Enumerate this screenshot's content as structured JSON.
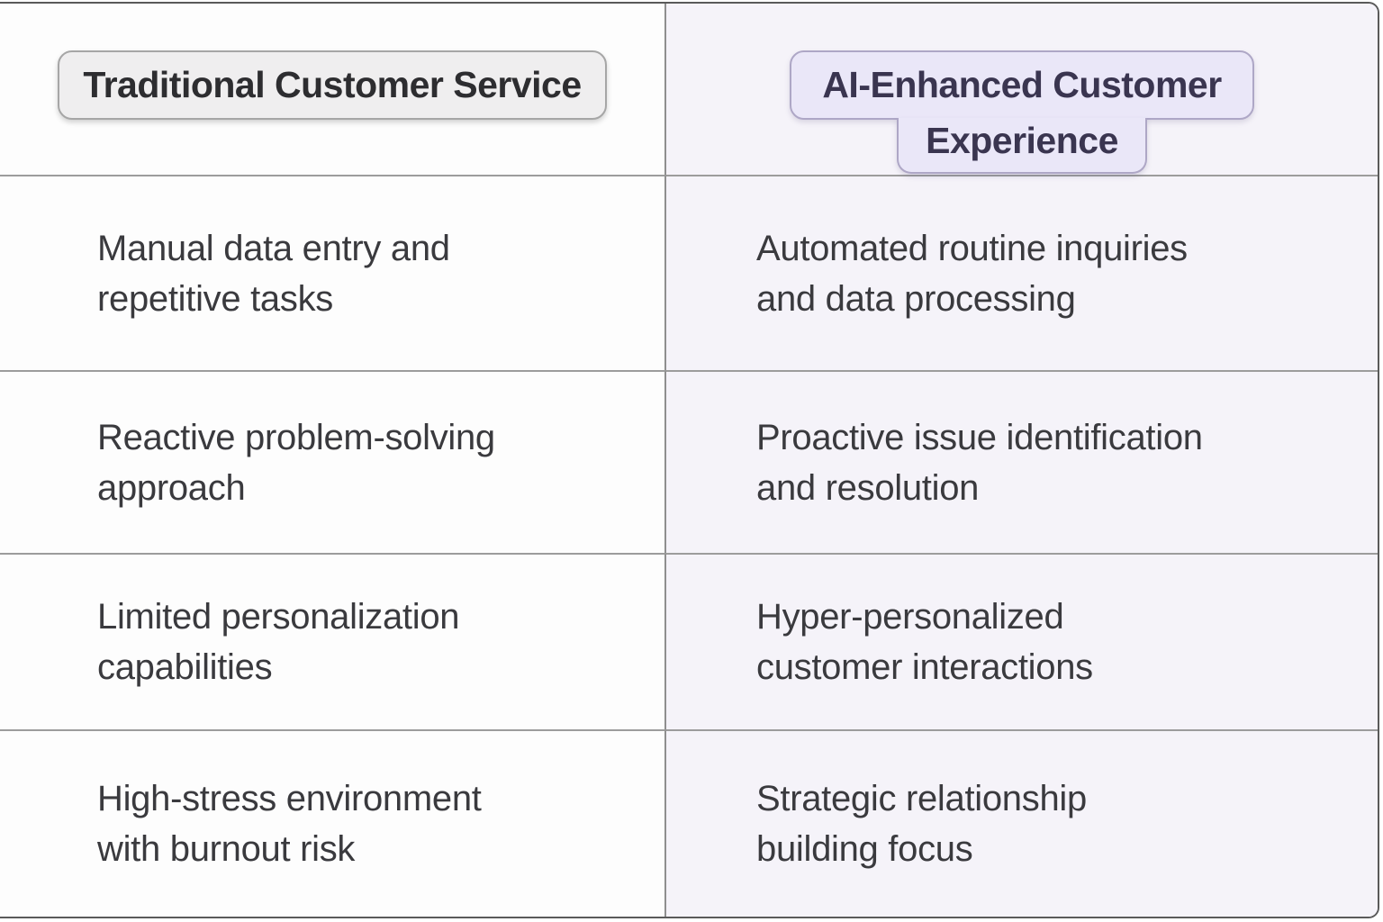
{
  "comparison": {
    "left": {
      "header": "Traditional Customer Service",
      "cells": [
        "Manual data entry and\nrepetitive tasks",
        "Reactive problem-solving\napproach",
        "Limited personalization\ncapabilities",
        "High-stress environment\nwith burnout risk"
      ]
    },
    "right": {
      "header": "AI-Enhanced Customer Experience",
      "header_lines": [
        "AI-Enhanced Customer",
        "Experience"
      ],
      "cells": [
        "Automated routine inquiries\nand data processing",
        "Proactive issue identification\nand resolution",
        "Hyper-personalized\ncustomer interactions",
        "Strategic relationship\nbuilding focus"
      ]
    },
    "colors": {
      "left_column_bg": "#fdfdfd",
      "right_column_bg": "#f5f3f9",
      "left_header_pill_bg": "#efeeef",
      "left_header_pill_border": "#a6a6a6",
      "right_header_pill_bg": "#eae7f8",
      "right_header_pill_border": "#aea7c6",
      "divider": "#8f8f8f",
      "outer_border": "#5a5a5a",
      "body_text": "#3a3a3e"
    }
  }
}
